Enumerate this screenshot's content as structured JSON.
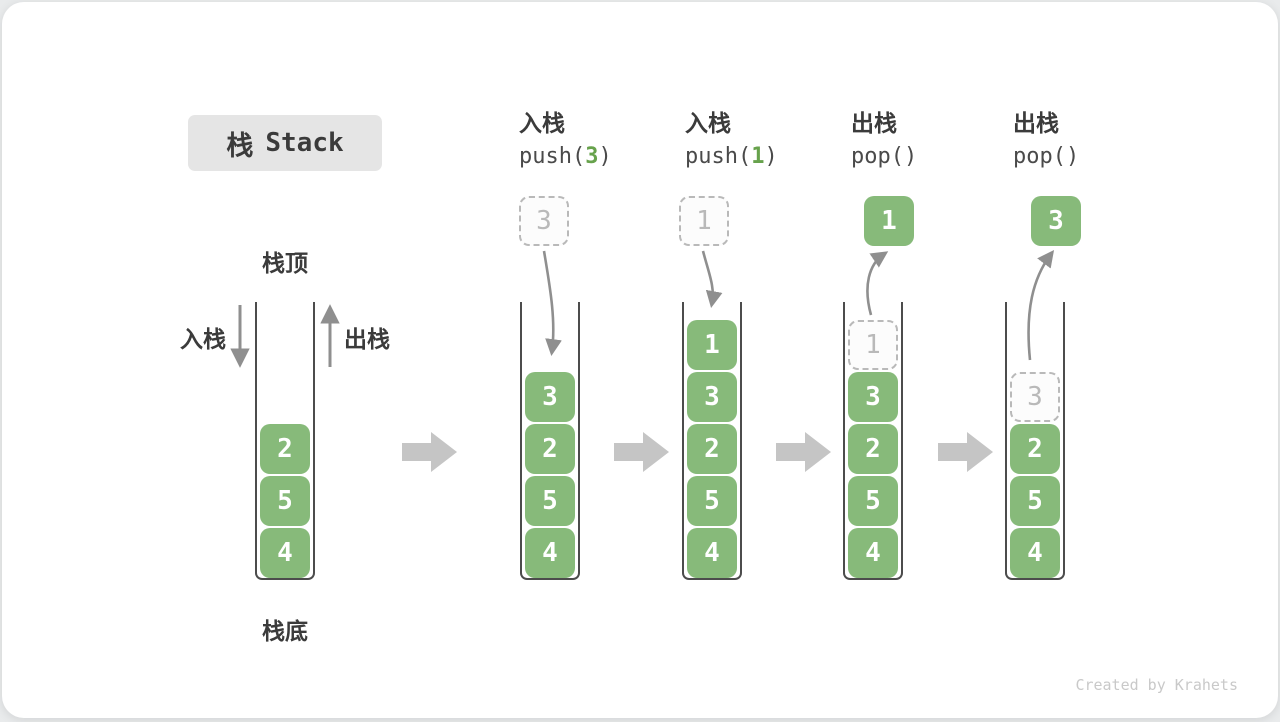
{
  "page": {
    "title_zh": "栈",
    "title_en": "Stack",
    "watermark": "Created by Krahets"
  },
  "labels": {
    "stack_top": "栈顶",
    "stack_bottom": "栈底",
    "push": "入栈",
    "pop": "出栈"
  },
  "operations": [
    {
      "name": "入栈",
      "code_pre": "push(",
      "code_arg": "3",
      "code_post": ")"
    },
    {
      "name": "入栈",
      "code_pre": "push(",
      "code_arg": "1",
      "code_post": ")"
    },
    {
      "name": "出栈",
      "code_pre": "pop()",
      "code_arg": "",
      "code_post": ""
    },
    {
      "name": "出栈",
      "code_pre": "pop()",
      "code_arg": "",
      "code_post": ""
    }
  ],
  "stacks": [
    {
      "state": "initial",
      "blocks": [
        "2",
        "5",
        "4"
      ]
    },
    {
      "state": "after push(3)",
      "floating": "3",
      "blocks": [
        "3",
        "2",
        "5",
        "4"
      ]
    },
    {
      "state": "after push(1)",
      "floating": "1",
      "blocks": [
        "1",
        "3",
        "2",
        "5",
        "4"
      ]
    },
    {
      "state": "after pop() -> 1",
      "floating": "1",
      "ghost": "1",
      "blocks": [
        "3",
        "2",
        "5",
        "4"
      ]
    },
    {
      "state": "after pop() -> 3",
      "floating": "3",
      "ghost": "3",
      "blocks": [
        "2",
        "5",
        "4"
      ]
    }
  ],
  "icons": {
    "push_arrow": "down-arrow",
    "pop_arrow": "up-arrow",
    "flow_arrow": "right-block-arrow",
    "push_curve": "curved-down-arrow",
    "pop_curve": "curved-up-arrow"
  },
  "colors": {
    "block_green": "#87ba7a",
    "code_arg_green": "#67a24c",
    "well_border": "#4c4c4c",
    "curve_arrow_gray": "#8f8f8f",
    "flow_arrow_gray": "#c5c5c5",
    "ghost_gray": "#b9b9b9",
    "text_dark": "#3b3b3b",
    "title_bg": "#e5e5e5",
    "watermark_gray": "#c9c9c9"
  }
}
